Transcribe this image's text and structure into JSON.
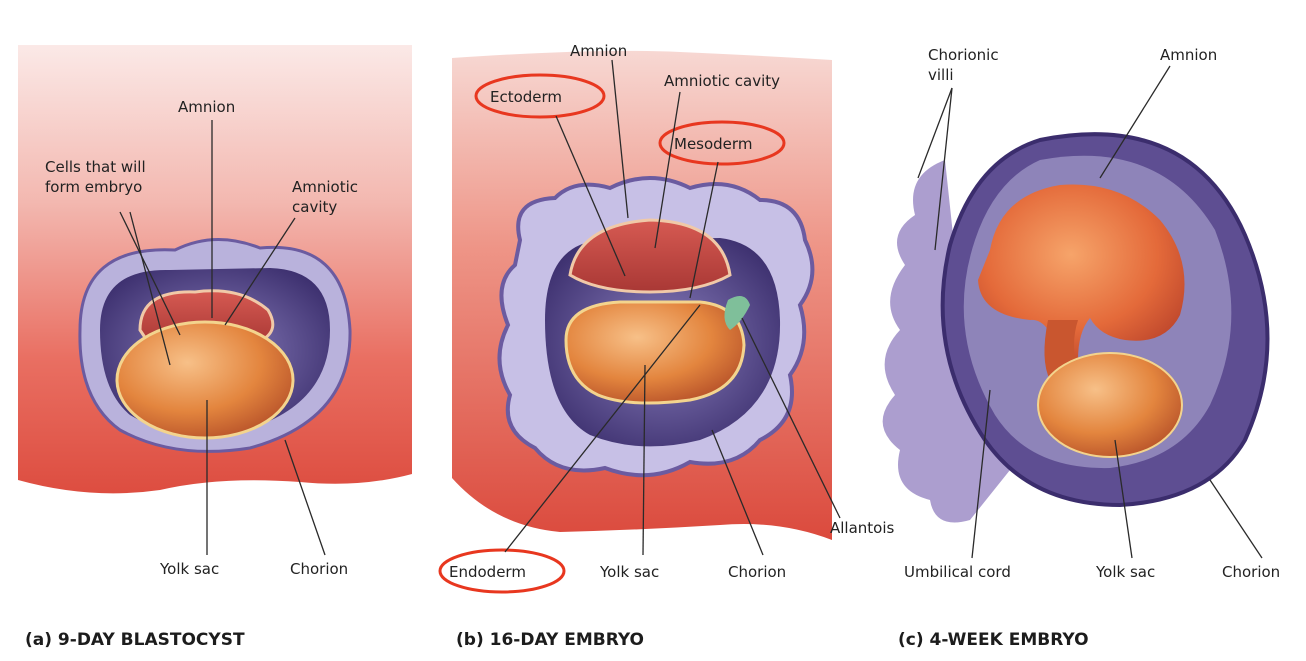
{
  "colors": {
    "tissue_light": "#f6d6d2",
    "tissue_mid": "#ee9a8e",
    "tissue_dark": "#d9463a",
    "chorion": "#b9b2dc",
    "chorion_dark": "#5a4a8c",
    "yolk": "#e07a35",
    "yolk_light": "#f3b070",
    "amnion_red": "#c64a44",
    "allantois": "#7fbf9a",
    "highlight": "#e8371f"
  },
  "panels": [
    {
      "caption": "(a) 9-DAY BLASTOCYST",
      "labels": {
        "amnion": "Amnion",
        "cells_line1": "Cells that will",
        "cells_line2": "form embryo",
        "amniotic_line1": "Amniotic",
        "amniotic_line2": "cavity",
        "yolk_sac": "Yolk sac",
        "chorion": "Chorion"
      }
    },
    {
      "caption": "(b) 16-DAY EMBRYO",
      "labels": {
        "amnion": "Amnion",
        "ectoderm": "Ectoderm",
        "amniotic_cavity": "Amniotic cavity",
        "mesoderm": "Mesoderm",
        "endoderm": "Endoderm",
        "yolk_sac": "Yolk sac",
        "chorion": "Chorion",
        "allantois": "Allantois"
      },
      "highlighted": [
        "Ectoderm",
        "Mesoderm",
        "Endoderm"
      ]
    },
    {
      "caption": "(c) 4-WEEK EMBRYO",
      "labels": {
        "chorionic_line1": "Chorionic",
        "chorionic_line2": "villi",
        "amnion": "Amnion",
        "umbilical_cord": "Umbilical cord",
        "yolk_sac": "Yolk sac",
        "chorion": "Chorion"
      }
    }
  ]
}
